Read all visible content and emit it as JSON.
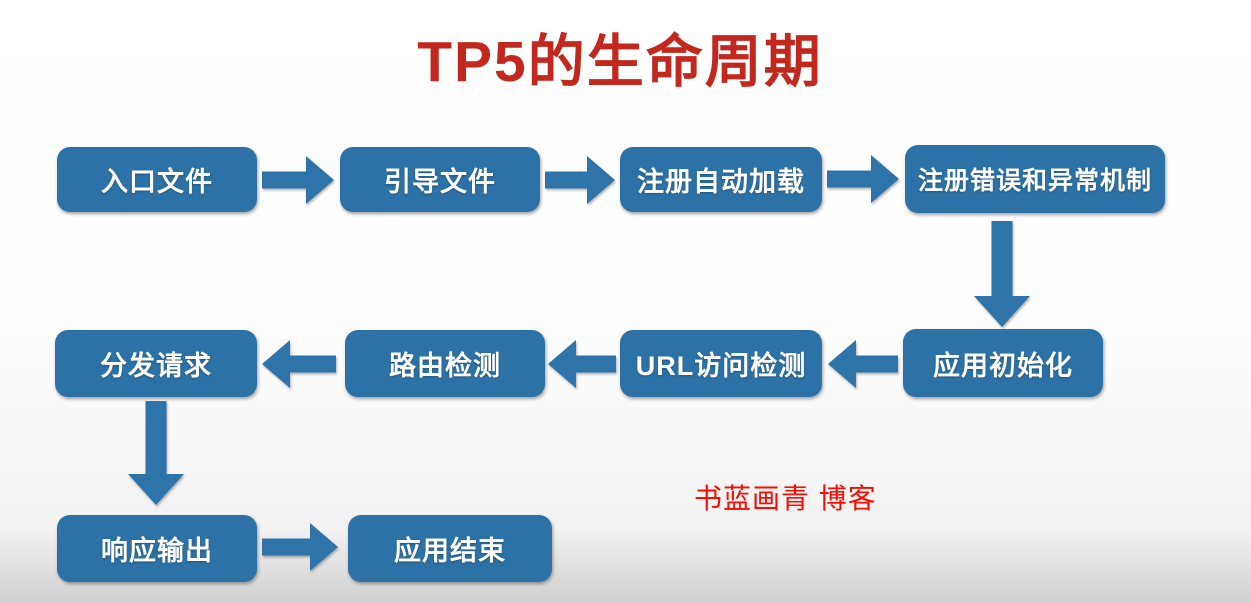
{
  "page": {
    "title": "TP5的生命周期",
    "watermark": "书蓝画青 博客"
  },
  "colors": {
    "box_blue": "#2d72a6",
    "arrow_blue": "#2e74a8",
    "box_text": "#ffffff",
    "title_red": "#c3281e",
    "watermark_red": "#fd0b00",
    "background_top": "#ffffff",
    "background_bottom": "#cfcfcf"
  },
  "diagram": {
    "type": "flowchart",
    "nodes": [
      {
        "id": "entry-file",
        "label": "入口文件",
        "row": 1
      },
      {
        "id": "bootstrap-file",
        "label": "引导文件",
        "row": 1
      },
      {
        "id": "register-autoload",
        "label": "注册自动加载",
        "row": 1
      },
      {
        "id": "register-error-exception",
        "label": "注册错误和异常机制",
        "row": 1
      },
      {
        "id": "app-init",
        "label": "应用初始化",
        "row": 2
      },
      {
        "id": "url-access-check",
        "label": "URL访问检测",
        "row": 2
      },
      {
        "id": "route-check",
        "label": "路由检测",
        "row": 2
      },
      {
        "id": "dispatch-request",
        "label": "分发请求",
        "row": 2
      },
      {
        "id": "response-output",
        "label": "响应输出",
        "row": 3
      },
      {
        "id": "app-end",
        "label": "应用结束",
        "row": 3
      }
    ],
    "edges": [
      {
        "from": "entry-file",
        "to": "bootstrap-file",
        "direction": "right"
      },
      {
        "from": "bootstrap-file",
        "to": "register-autoload",
        "direction": "right"
      },
      {
        "from": "register-autoload",
        "to": "register-error-exception",
        "direction": "right"
      },
      {
        "from": "register-error-exception",
        "to": "app-init",
        "direction": "down"
      },
      {
        "from": "app-init",
        "to": "url-access-check",
        "direction": "left"
      },
      {
        "from": "url-access-check",
        "to": "route-check",
        "direction": "left"
      },
      {
        "from": "route-check",
        "to": "dispatch-request",
        "direction": "left"
      },
      {
        "from": "dispatch-request",
        "to": "response-output",
        "direction": "down"
      },
      {
        "from": "response-output",
        "to": "app-end",
        "direction": "right"
      }
    ]
  }
}
